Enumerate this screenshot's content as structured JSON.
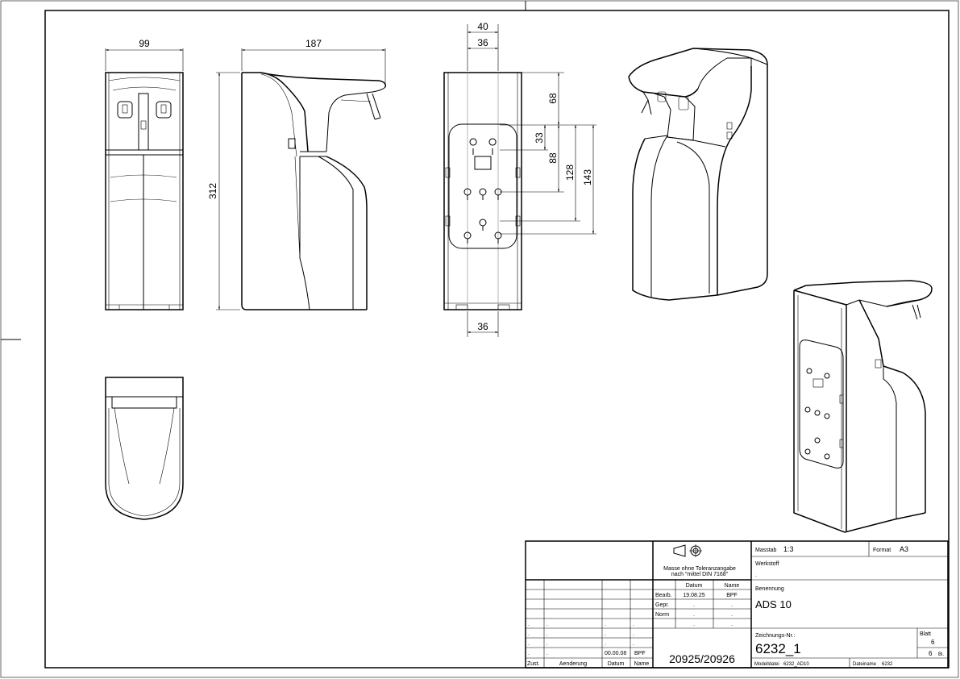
{
  "dimensions": {
    "front_width": "99",
    "side_width": "187",
    "total_height": "312",
    "rear_top_outer": "40",
    "rear_top_inner": "36",
    "rear_bottom": "36",
    "rear_d68": "68",
    "rear_d33": "33",
    "rear_d88": "88",
    "rear_d128": "128",
    "rear_d143": "143"
  },
  "title_block": {
    "tolerance_note_line1": "Masse ohne Toleranzangabe",
    "tolerance_note_line2": "nach \"mittel DIN 7168\"",
    "scale_label": "Masstab",
    "scale_value": "1:3",
    "format_label": "Format",
    "format_value": "A3",
    "material_label": "Werkstoff",
    "material_value": ".",
    "name_label": "Benennung",
    "name_value": "ADS 10",
    "date_header": "Datum",
    "name_header": "Name",
    "bearb_label": "Bearb.",
    "bearb_date": "19.08.25",
    "bearb_name": "BPF",
    "gepr_label": "Gepr.",
    "gepr_date": ".",
    "gepr_name": ".",
    "norm_label": "Norm",
    "norm_date": ".",
    "norm_name": ".",
    "drawing_no_label": "Zeichnungs-Nr.:",
    "drawing_no": "6232_1",
    "sheet_label": "Blatt",
    "sheet_value": "6",
    "sheet_total": "6",
    "sheet_suffix": "Bl.",
    "order_number": "20925/20926",
    "rev_date": "00.00.08",
    "rev_name": "BPF",
    "col_zust": "Zust.",
    "col_aenderung": "Aenderung",
    "col_datum": "Datum",
    "col_name": "Name",
    "model_file_label": "Modelldatei",
    "model_file": "6232_AD10",
    "data_name_label": "Dateiname",
    "data_name": "6232",
    "placeholder_dot": "."
  }
}
